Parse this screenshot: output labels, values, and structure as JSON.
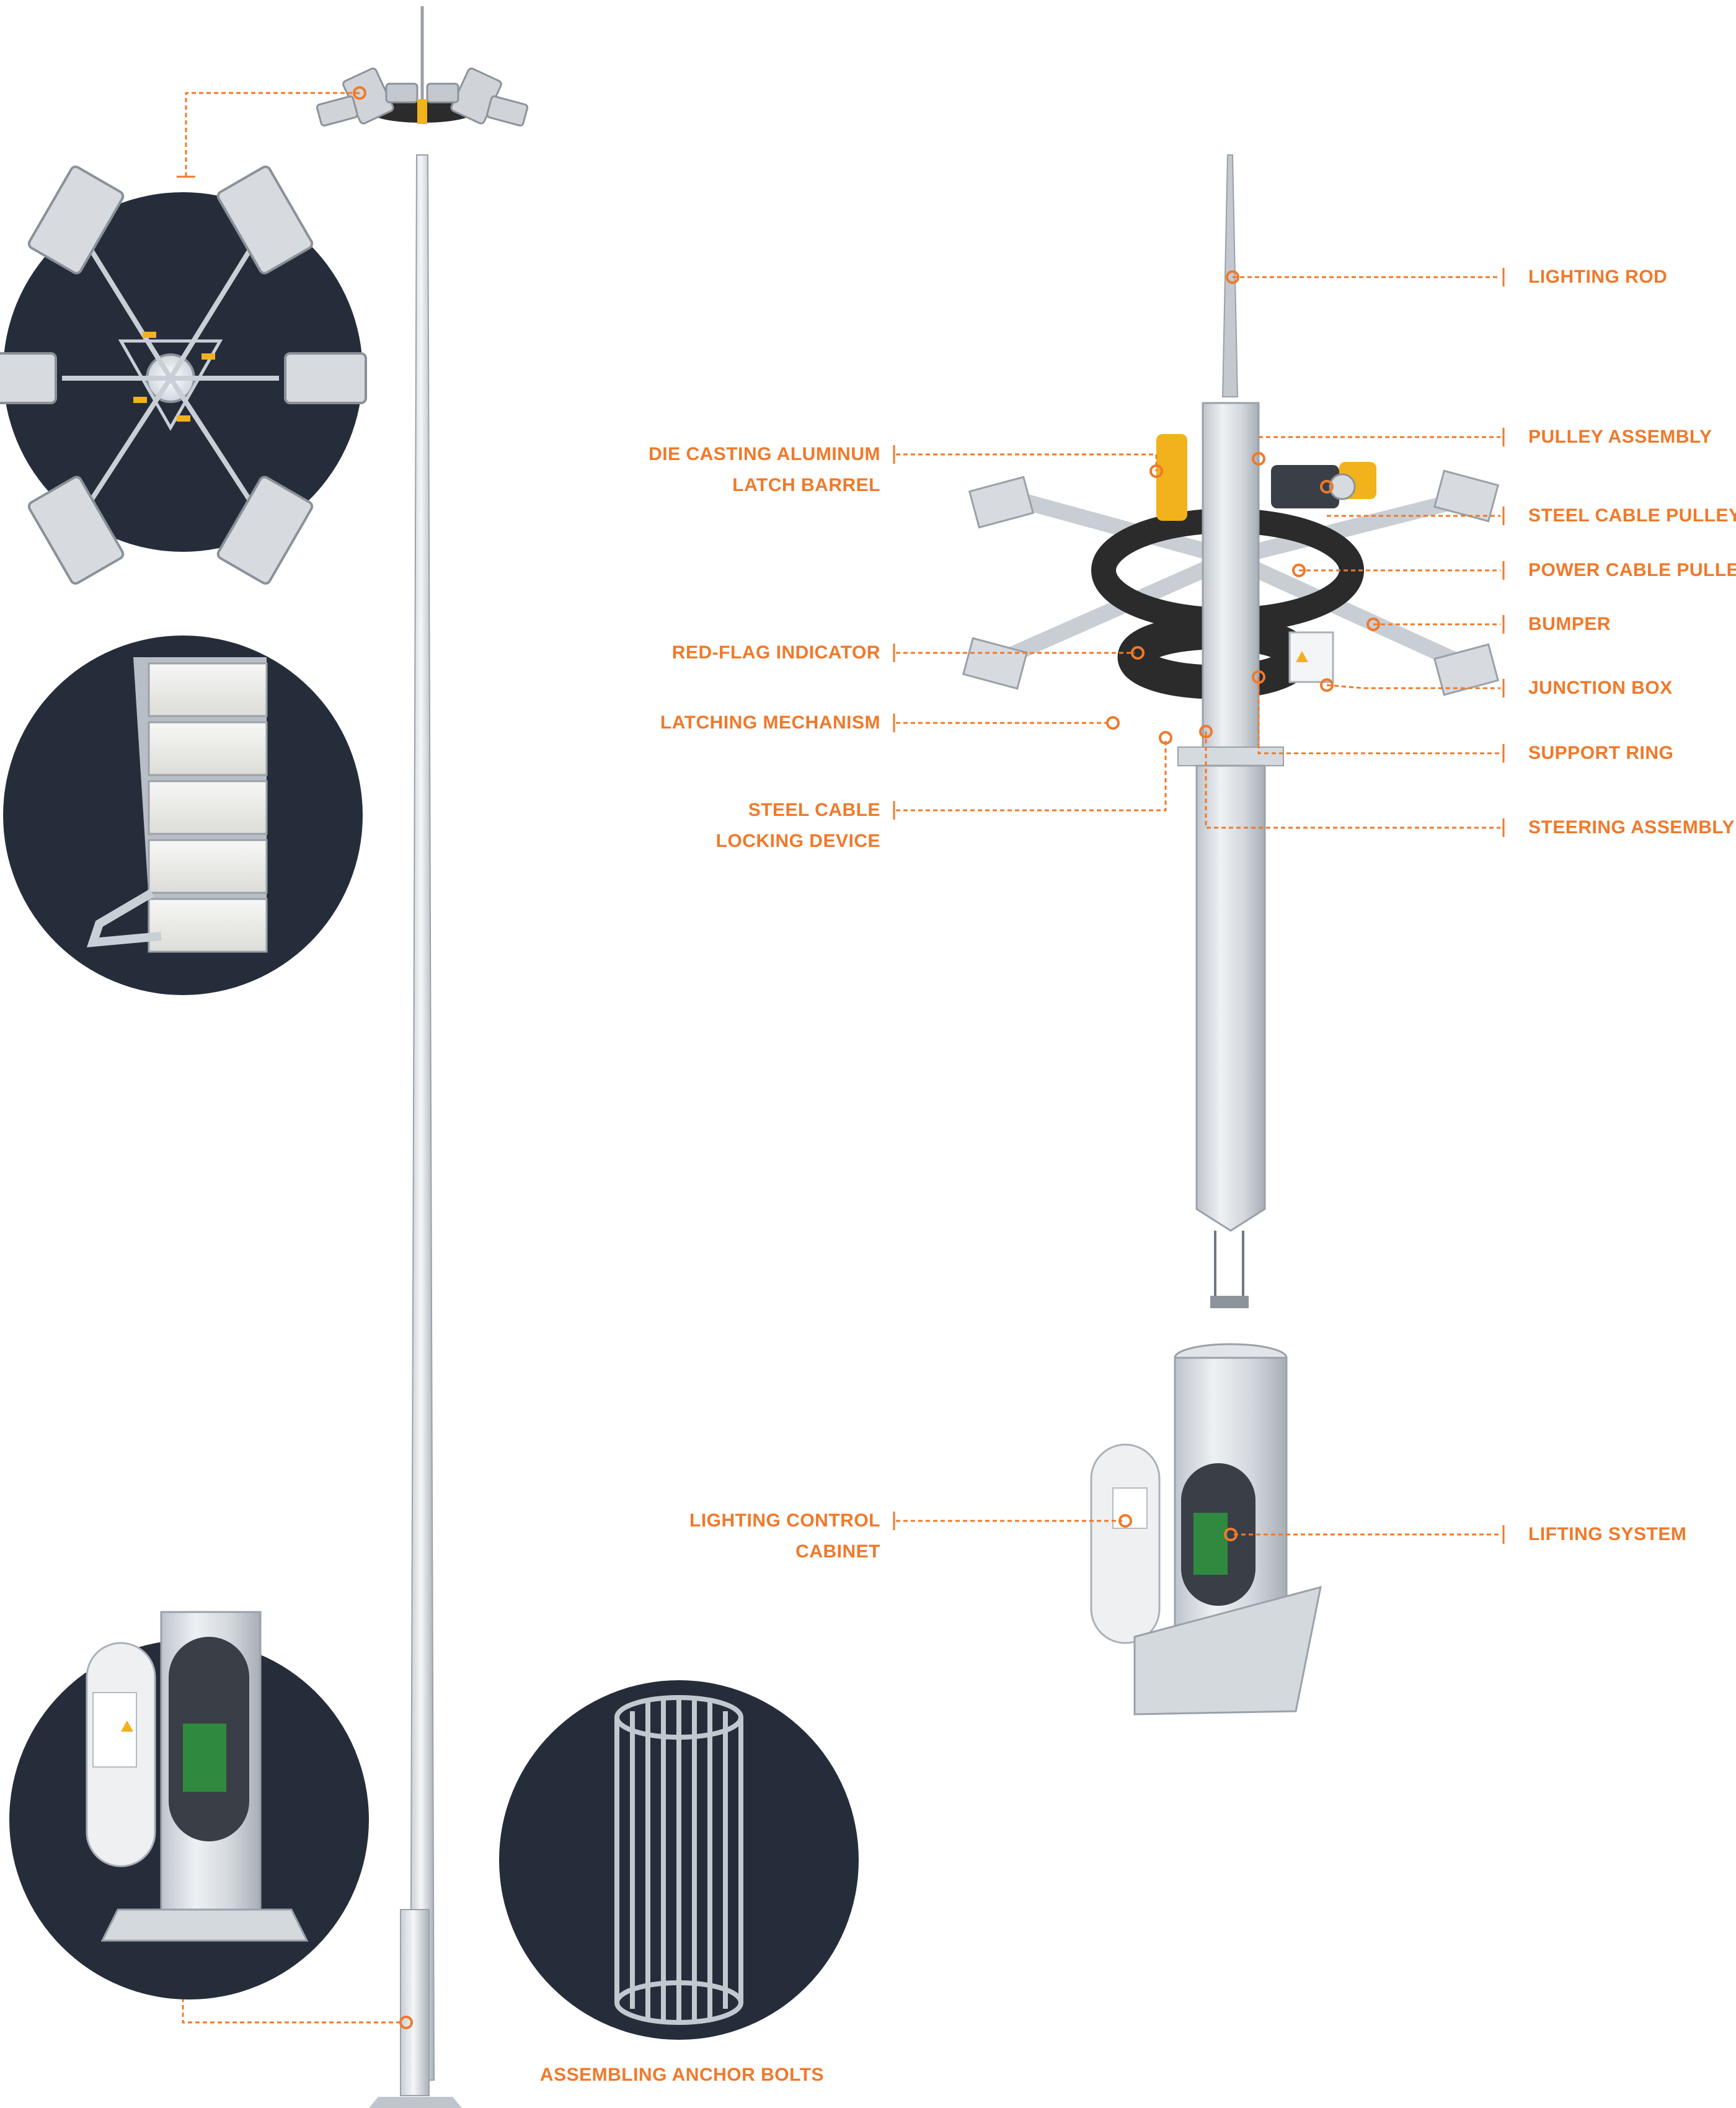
{
  "colors": {
    "accent": "#f0792a",
    "circle_bg": "#262d3a",
    "metal": "#d8dde3",
    "metal_dark": "#a9b0b8",
    "ring": "#2b2b2b",
    "yellow": "#f2b21c"
  },
  "callouts_left": [
    {
      "line1": "DIE CASTING ALUMINUM",
      "line2": "LATCH BARREL"
    },
    {
      "line1": "RED-FLAG INDICATOR",
      "line2": ""
    },
    {
      "line1": "LATCHING MECHANISM",
      "line2": ""
    },
    {
      "line1": "STEEL CABLE",
      "line2": "LOCKING DEVICE"
    },
    {
      "line1": "LIGHTING CONTROL",
      "line2": "CABINET"
    }
  ],
  "callouts_right": [
    "LIGHTING ROD",
    "PULLEY ASSEMBLY",
    "STEEL CABLE PULLEYS",
    "POWER CABLE PULLEYS",
    "BUMPER",
    "JUNCTION BOX",
    "SUPPORT RING",
    "STEERING ASSEMBLY",
    "LIFTING SYSTEM"
  ],
  "bottom_caption": "ASSEMBLING ANCHOR BOLTS",
  "icons": [
    "floodlight-array-icon",
    "led-floodlight-icon",
    "pole-base-cabinet-icon",
    "anchor-bolt-cage-icon",
    "warning-sign-icon"
  ]
}
